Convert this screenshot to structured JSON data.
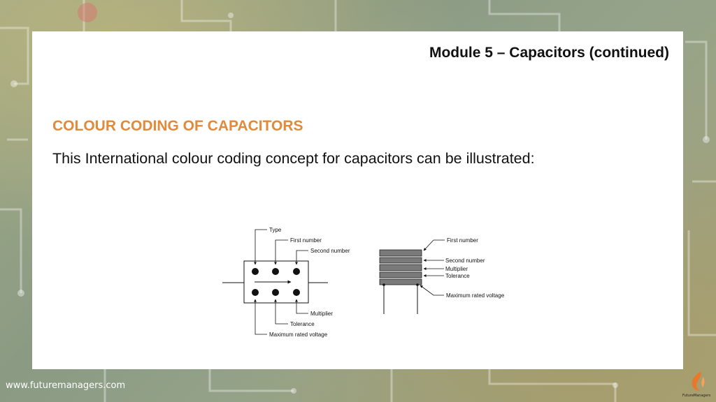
{
  "slide": {
    "module_title": "Module 5 – Capacitors (continued)",
    "section_heading": "COLOUR CODING OF CAPACITORS",
    "body_text": "This International colour coding concept for capacitors can be illustrated:"
  },
  "diagram_left": {
    "labels": {
      "type": "Type",
      "first_number": "First number",
      "second_number": "Second number",
      "multiplier": "Multiplier",
      "tolerance": "Tolerance",
      "max_voltage": "Maximum rated voltage"
    }
  },
  "diagram_right": {
    "labels": {
      "first_number": "First number",
      "second_number": "Second number",
      "multiplier": "Multiplier",
      "tolerance": "Tolerance",
      "max_voltage": "Maximum rated voltage"
    }
  },
  "footer": {
    "url": "www.futuremanagers.com",
    "logo_text": "FutureManagers"
  },
  "colors": {
    "heading_accent": "#e08a3c",
    "band_fill": "#7a7a7a",
    "logo_orange": "#e8782a"
  },
  "icons": {
    "logo": "future-managers-logo-icon"
  }
}
